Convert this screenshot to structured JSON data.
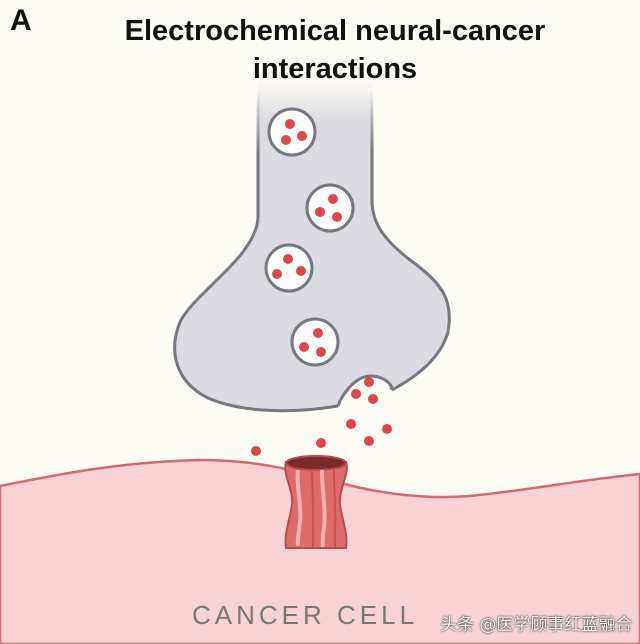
{
  "figure": {
    "panel_letter": "A",
    "title_line_1": "Electrochemical neural-cancer",
    "title_line_2": "interactions",
    "cell_label": "CANCER CELL",
    "watermark": "头条 @医学顾事红蓝融合"
  },
  "colors": {
    "background": "#fdfcf5",
    "neuron_fill": "#dcdbe2",
    "neuron_outline": "#777780",
    "vesicle_fill": "#ffffff",
    "neurotransmitter": "#e04848",
    "cancer_cell_fill": "#f9d2d6",
    "cancer_cell_outline": "#d86a6e",
    "receptor_fill": "#de6c6c",
    "receptor_stripe": "#f4b2b2"
  },
  "diagram_parts": [
    "neuron-axon-terminal",
    "synaptic-vesicle",
    "neurotransmitter",
    "ion-channel-receptor",
    "cancer-cell-membrane"
  ]
}
